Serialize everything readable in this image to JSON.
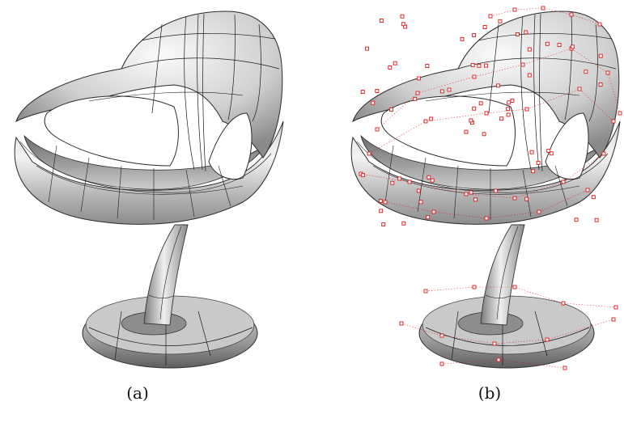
{
  "figure": {
    "panels": [
      {
        "id": "a",
        "caption": "(a)",
        "view": "subdivision-surface-render"
      },
      {
        "id": "b",
        "caption": "(b)",
        "view": "surface-with-control-points"
      }
    ],
    "colors": {
      "surface_light": "#f2f2f2",
      "surface_mid": "#a9a9a9",
      "surface_dark": "#5a5a5a",
      "isoline": "#1a1a1a",
      "control_point": "#e0161b"
    }
  }
}
